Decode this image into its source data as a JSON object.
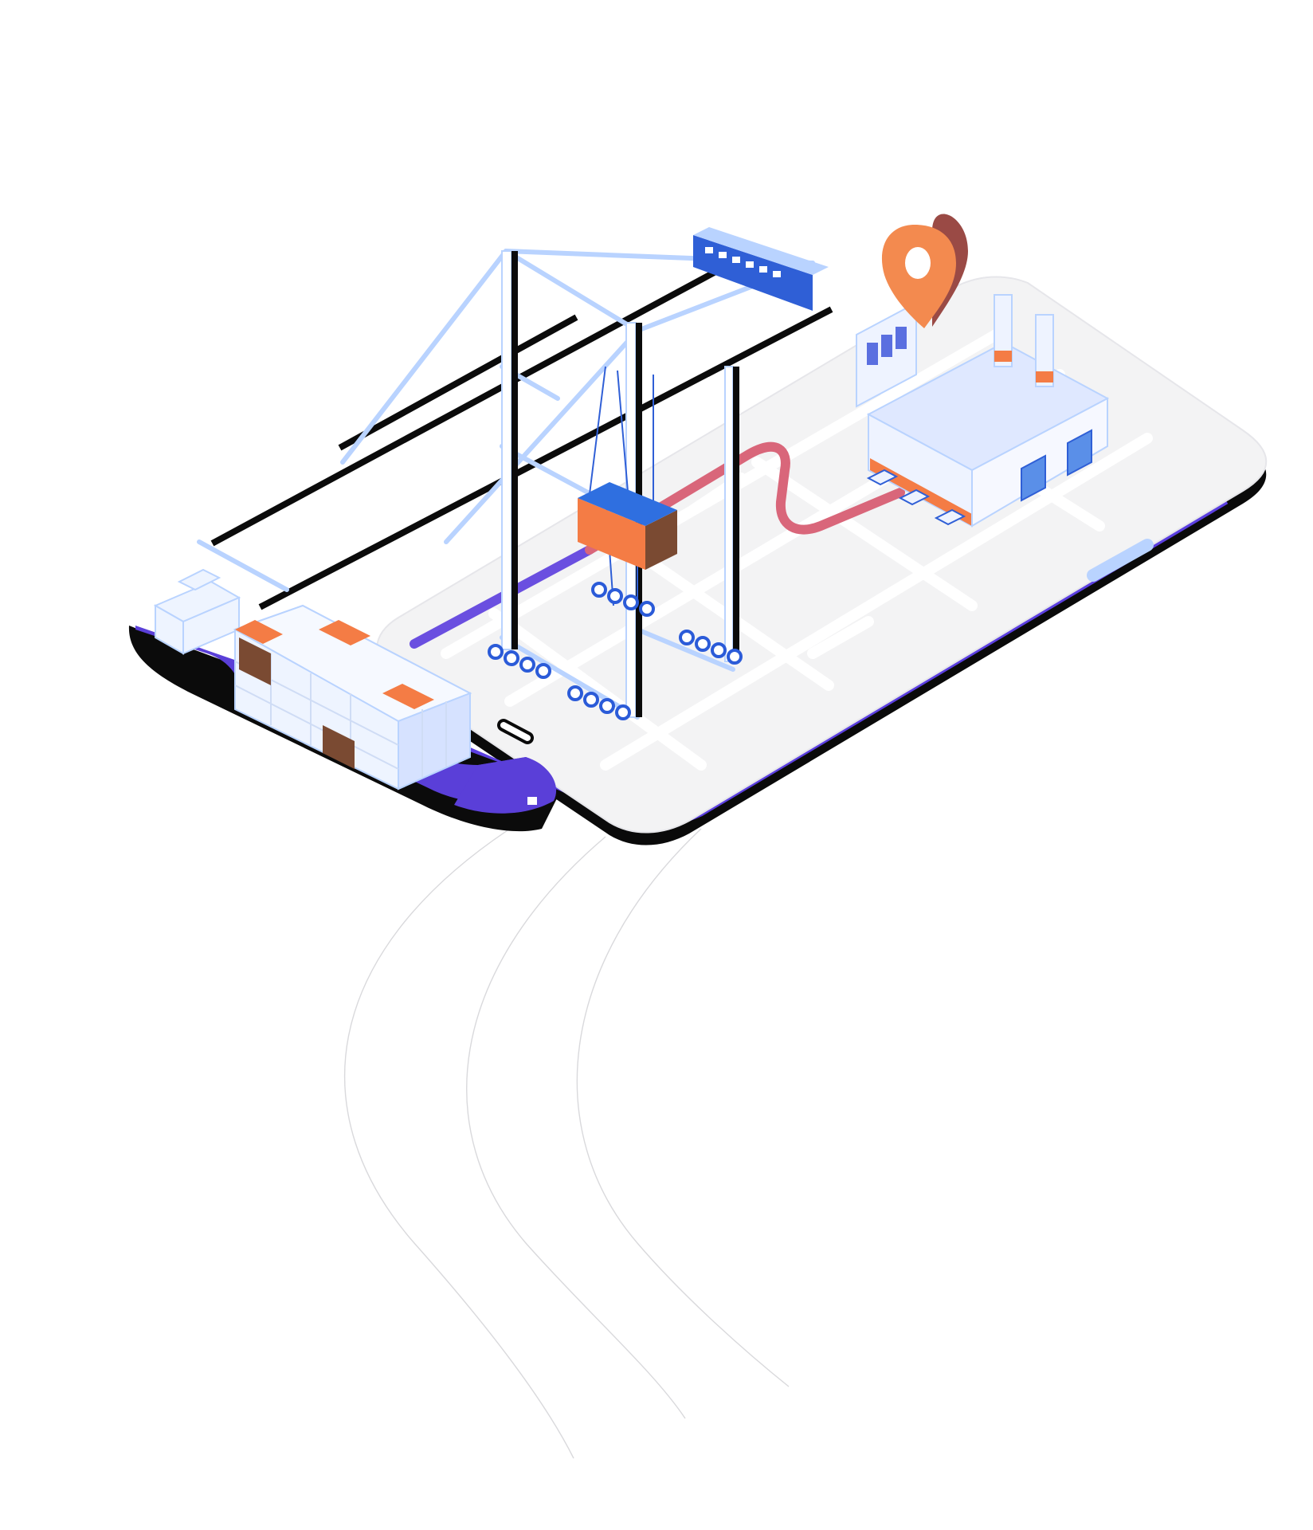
{
  "scene": {
    "subject": "isometric-logistics-illustration",
    "contains_text": false,
    "elements": [
      "smartphone-map",
      "gantry-crane",
      "container-ship",
      "factory-warehouse",
      "location-pin",
      "route-line",
      "swoosh-lines"
    ]
  },
  "colors": {
    "background": "#ffffff",
    "phone_body": "#0a0a0a",
    "phone_screen": "#f3f3f4",
    "phone_screen_road": "#ffffff",
    "phone_edge_accent": "#5b3fe0",
    "crane_frame": "#b9d3ff",
    "crane_leg_dark": "#0b0b0b",
    "crane_cab": "#2f5fd6",
    "wheel": "#2b5bd8",
    "container_orange": "#f47c45",
    "container_brown": "#7a4a32",
    "container_blue": "#2f6fe0",
    "ship_hull_purple": "#5a3fd8",
    "ship_hull_dark": "#0b0b0b",
    "ship_containers": "#eef4ff",
    "ship_container_shade": "#d6e2ff",
    "route_purple": "#6a4fe0",
    "route_red": "#d9667a",
    "pin_orange": "#f38a4f",
    "pin_dark": "#9a4a45",
    "factory_wall": "#eef3ff",
    "factory_roof": "#dfe8ff",
    "chimney_band": "#f47c45",
    "swoosh_line": "#d9d9dc"
  }
}
